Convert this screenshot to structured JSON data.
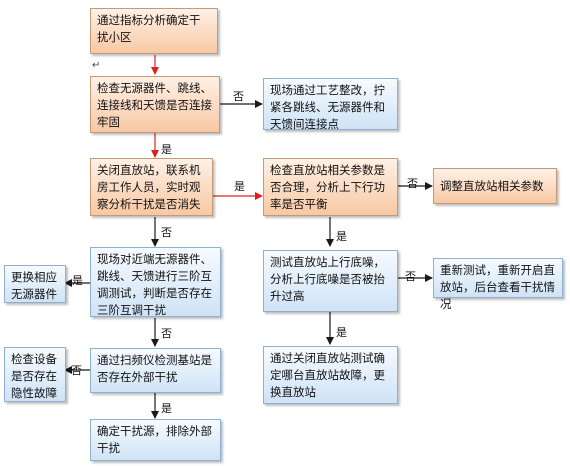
{
  "nodes": {
    "start": "通过指标分析确定干扰小区",
    "check_passive": "检查无源器件、跳线、连接线和天馈是否连接牢固",
    "rectify": "现场通过工艺整改，拧紧各跳线、无源器件和天馈间连接点",
    "shutdown_repeater": "关闭直放站，联系机房工作人员，实时观察分析干扰是否消失",
    "check_repeater_params": "检查直放站相关参数是否合理，分析上下行功率是否平衡",
    "adjust_params": "调整直放站相关参数",
    "near_end_test": "现场对近端无源器件、跳线、天馈进行三阶互调测试，判断是否存在三阶互调干扰",
    "replace_passive": "更换相应无源器件",
    "test_noise_floor": "测试直放站上行底噪，分析上行底噪是否被抬升过高",
    "retest": "重新测试，重新开启直放站，后台查看干扰情况",
    "spectrum_check": "通过扫频仪检测基站是否存在外部干扰",
    "check_equipment": "检查设备是否存在隐性故障",
    "locate_faulty": "通过关闭直放站测试确定哪台直放站故障，更换直放站",
    "confirm_source": "确定干扰源，排除外部干扰"
  },
  "labels": {
    "yes": "是",
    "no": "否"
  },
  "marks": {
    "paragraph": "↵"
  },
  "colors": {
    "red_arrow": "#e02020",
    "dark_arrow": "#1a1a1a",
    "orange_fill": "#f7c8a4",
    "blue_fill": "#cfe3f6"
  }
}
